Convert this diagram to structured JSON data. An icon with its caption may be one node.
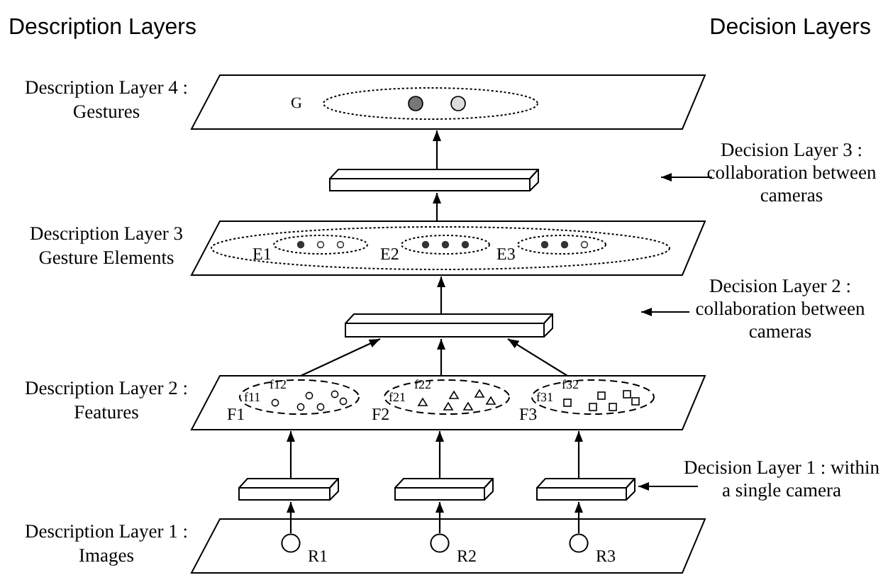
{
  "diagram": {
    "nodes": [
      {
        "text": [
          "Description Layer 4 : Gestures"
        ]
      },
      {
        "text": [
          "G"
        ],
        "in": 0
      },
      {
        "text": [],
        "shape": "box"
      },
      {
        "text": [
          "Description Layer 3 Gesture Elements"
        ]
      },
      {
        "text": [],
        "shape": "ellipse",
        "in": 3
      },
      {
        "text": [
          "E1"
        ],
        "in": 4
      },
      {
        "text": [
          "E2"
        ],
        "in": 4
      },
      {
        "text": [
          "E3"
        ],
        "in": 4
      },
      {
        "text": [],
        "shape": "box"
      },
      {
        "text": [
          "Description Layer 2 : Features"
        ]
      },
      {
        "text": [
          "f12",
          "f11",
          "F1"
        ],
        "in": 9
      },
      {
        "text": [
          "f22",
          "f21",
          "F2"
        ],
        "in": 9
      },
      {
        "text": [
          "f32",
          "f31",
          "F3"
        ],
        "in": 9
      },
      {
        "text": [],
        "shape": "box"
      },
      {
        "text": [],
        "shape": "box"
      },
      {
        "text": [],
        "shape": "box"
      },
      {
        "text": [
          "Description Layer 1 : Images"
        ]
      },
      {
        "text": [
          "R1"
        ],
        "in": 16
      },
      {
        "text": [
          "R2"
        ],
        "in": 16
      },
      {
        "text": [
          "R3"
        ],
        "in": 16
      },
      {
        "text": [
          "Decision Layer 3 : collaboration between cameras"
        ]
      },
      {
        "text": [
          "Decision Layer 2 : collaboration between cameras"
        ]
      },
      {
        "text": [
          "Decision Layer 1 : within a single camera"
        ]
      }
    ],
    "edges": [
      {
        "from": 17,
        "to": 13,
        "arrow": "to"
      },
      {
        "from": 18,
        "to": 14,
        "arrow": "to"
      },
      {
        "from": 19,
        "to": 15,
        "arrow": "to"
      },
      {
        "from": 13,
        "to": 9,
        "arrow": "to"
      },
      {
        "from": 14,
        "to": 9,
        "arrow": "to"
      },
      {
        "from": 15,
        "to": 9,
        "arrow": "to"
      },
      {
        "from": 9,
        "to": 8,
        "arrow": "to"
      },
      {
        "from": 9,
        "to": 8,
        "arrow": "to"
      },
      {
        "from": 9,
        "to": 8,
        "arrow": "to"
      },
      {
        "from": 8,
        "to": 3,
        "arrow": "to"
      },
      {
        "from": 3,
        "to": 2,
        "arrow": "to"
      },
      {
        "from": 2,
        "to": 0,
        "arrow": "to"
      },
      {
        "from": 20,
        "to": null,
        "arrow": "to"
      },
      {
        "from": 21,
        "to": null,
        "arrow": "to"
      },
      {
        "from": 22,
        "to": 15,
        "arrow": "to"
      }
    ],
    "labels": [
      "Description Layers",
      "Decision Layers"
    ]
  }
}
